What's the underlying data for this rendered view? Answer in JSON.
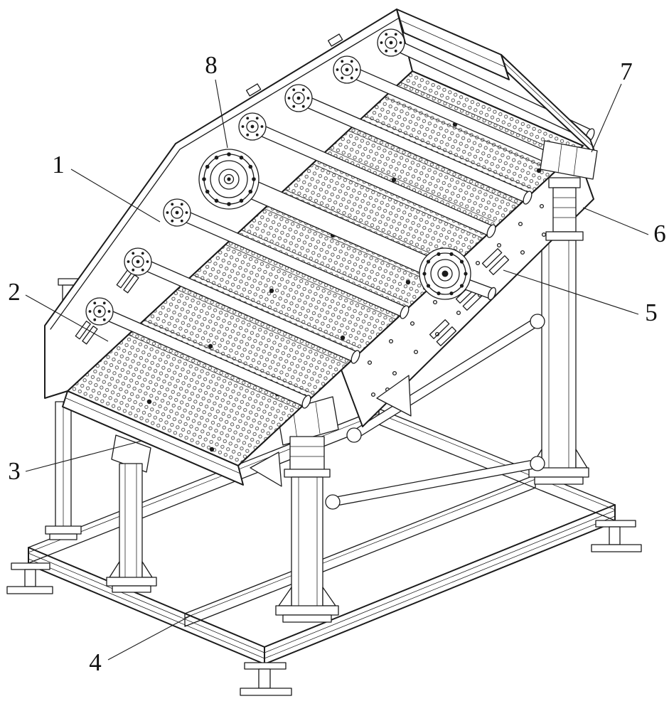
{
  "figure": {
    "background": "#ffffff",
    "line_color": "#1b1b1b",
    "callouts": {
      "c1": "1",
      "c2": "2",
      "c3": "3",
      "c4": "4",
      "c5": "5",
      "c6": "6",
      "c7": "7",
      "c8": "8"
    }
  }
}
